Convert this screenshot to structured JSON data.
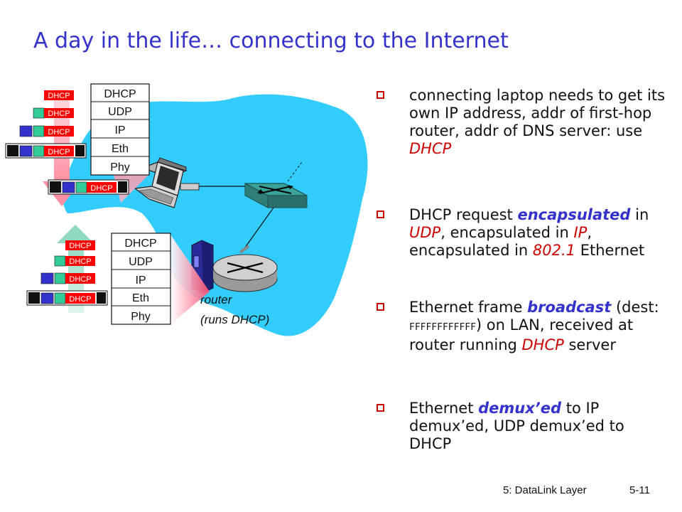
{
  "title": "A day in the life… connecting to the Internet",
  "stack_top": [
    "DHCP",
    "UDP",
    "IP",
    "Eth",
    "Phy"
  ],
  "stack_bottom": [
    "DHCP",
    "UDP",
    "IP",
    "Eth",
    "Phy"
  ],
  "packet_label": "DHCP",
  "router_label": "router",
  "router_sublabel": "(runs DHCP)",
  "bullets": [
    {
      "parts": [
        {
          "text": "connecting laptop needs to get its own IP address, addr of first-hop router, addr of DNS server: use ",
          "style": ""
        },
        {
          "text": "DHCP",
          "style": "em-red"
        }
      ]
    },
    {
      "parts": [
        {
          "text": "DHCP request ",
          "style": ""
        },
        {
          "text": "encapsulated",
          "style": "em-blue"
        },
        {
          "text": " in ",
          "style": ""
        },
        {
          "text": "UDP",
          "style": "em-red"
        },
        {
          "text": ", encapsulated in ",
          "style": ""
        },
        {
          "text": "IP",
          "style": "em-red"
        },
        {
          "text": ", encapsulated in ",
          "style": ""
        },
        {
          "text": "802.1",
          "style": "em-red"
        },
        {
          "text": " Ethernet",
          "style": ""
        }
      ]
    },
    {
      "parts": [
        {
          "text": "Ethernet frame ",
          "style": ""
        },
        {
          "text": "broadcast",
          "style": "em-blue"
        },
        {
          "text": " (dest: ",
          "style": ""
        },
        {
          "text": "FFFFFFFFFFFF",
          "style": "mono-small"
        },
        {
          "text": ") on LAN, received at router running ",
          "style": ""
        },
        {
          "text": "DHCP",
          "style": "em-red"
        },
        {
          "text": " server",
          "style": ""
        }
      ]
    },
    {
      "parts": [
        {
          "text": "Ethernet ",
          "style": ""
        },
        {
          "text": "demux’ed",
          "style": "em-blue"
        },
        {
          "text": " to IP demux’ed, UDP demux’ed to DHCP",
          "style": ""
        }
      ]
    }
  ],
  "footer_left": "5: DataLink Layer",
  "footer_right": "5-11",
  "colors": {
    "title": "#3333cc",
    "cloud": "#33ccff",
    "bullet_box": "#cc0000",
    "emphasis_red": "#cc0000",
    "emphasis_blue": "#3333cc",
    "packet_red": "#ff0000",
    "header_green": "#33cc99",
    "header_blue": "#3333cc"
  }
}
